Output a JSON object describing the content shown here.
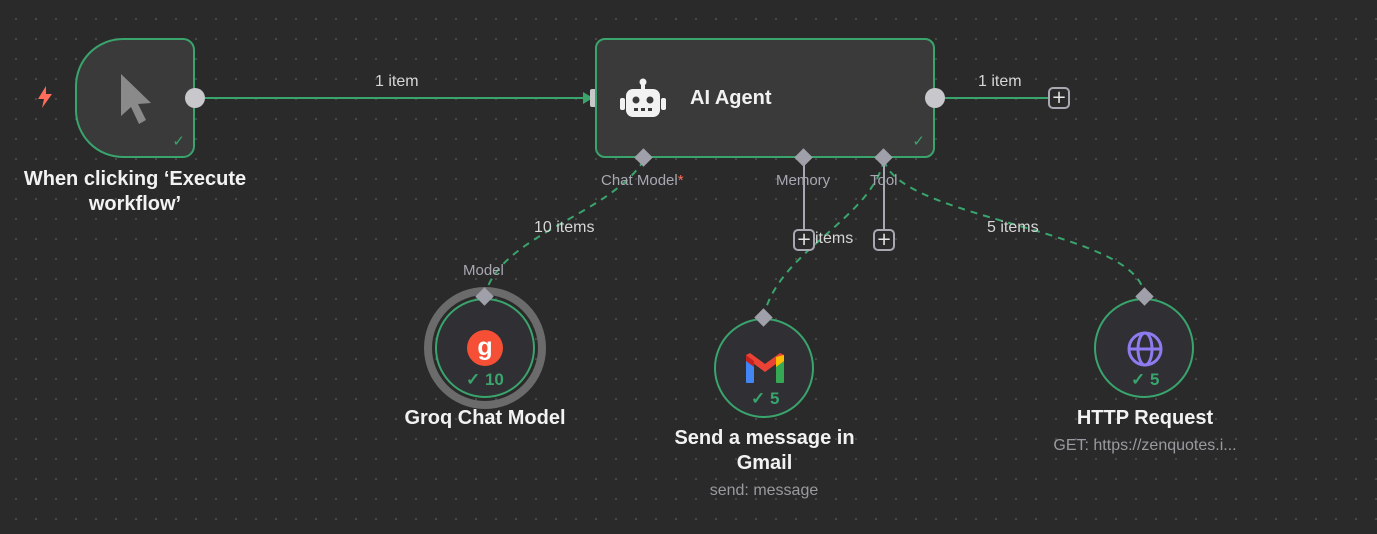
{
  "trigger": {
    "label": "When clicking ‘Execute workflow’"
  },
  "agent": {
    "title": "AI Agent",
    "ports": {
      "chat_model": "Chat Model",
      "required_mark": "*",
      "memory": "Memory",
      "tool": "Tool"
    }
  },
  "edges": {
    "trigger_to_agent": "1 item",
    "agent_output": "1 item",
    "chat_model": "10 items",
    "gmail_tool": "items",
    "http_tool": "5 items"
  },
  "groq": {
    "label": "Groq Chat Model",
    "port_label": "Model",
    "count": "10"
  },
  "gmail": {
    "label": "Send a message in Gmail",
    "subtitle": "send: message",
    "count": "5"
  },
  "http": {
    "label": "HTTP Request",
    "subtitle": "GET: https://zenquotes.i...",
    "count": "5"
  },
  "colors": {
    "success": "#3aa46d",
    "canvas": "#2a2a2a",
    "node": "#3a3a3b",
    "trigger_bolt": "#ff6d5a",
    "groq": "#f55036",
    "globe": "#8c7cf0"
  }
}
